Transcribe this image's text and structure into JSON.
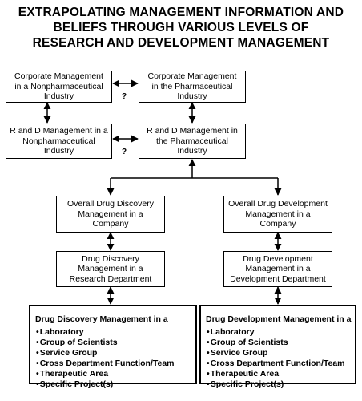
{
  "title": {
    "line1": "EXTRAPOLATING MANAGEMENT INFORMATION AND",
    "line2": "BELIEFS THROUGH VARIOUS LEVELS OF",
    "line3": "RESEARCH AND DEVELOPMENT MANAGEMENT"
  },
  "boxes": {
    "corp_nonpharma": {
      "line1": "Corporate Management",
      "line2": "in a Nonpharmaceutical",
      "line3": "Industry"
    },
    "corp_pharma": {
      "line1": "Corporate Management",
      "line2": "in the Pharmaceutical",
      "line3": "Industry"
    },
    "rd_nonpharma": {
      "line1": "R and D Management in a",
      "line2": "Nonpharmaceutical",
      "line3": "Industry"
    },
    "rd_pharma": {
      "line1": "R and D Management in",
      "line2": "the Pharmaceutical",
      "line3": "Industry"
    },
    "discovery_company": {
      "line1": "Overall Drug Discovery",
      "line2": "Management in a",
      "line3": "Company"
    },
    "development_company": {
      "line1": "Overall Drug Development",
      "line2": "Management in a",
      "line3": "Company"
    },
    "discovery_dept": {
      "line1": "Drug Discovery",
      "line2": "Management in a",
      "line3": "Research Department"
    },
    "development_dept": {
      "line1": "Drug Development",
      "line2": "Management in a",
      "line3": "Development Department"
    }
  },
  "discovery_levels": {
    "heading": "Drug Discovery Management in a",
    "items": [
      "Laboratory",
      "Group of Scientists",
      "Service Group",
      "Cross Department Function/Team",
      "Therapeutic Area",
      "Specific Project(s)"
    ]
  },
  "development_levels": {
    "heading": "Drug Development Management in a",
    "items": [
      "Laboratory",
      "Group of Scientists",
      "Service Group",
      "Cross Department Function/Team",
      "Therapeutic Area",
      "Specific Project(s)"
    ]
  },
  "question_mark_top": "?",
  "question_mark_mid": "?"
}
